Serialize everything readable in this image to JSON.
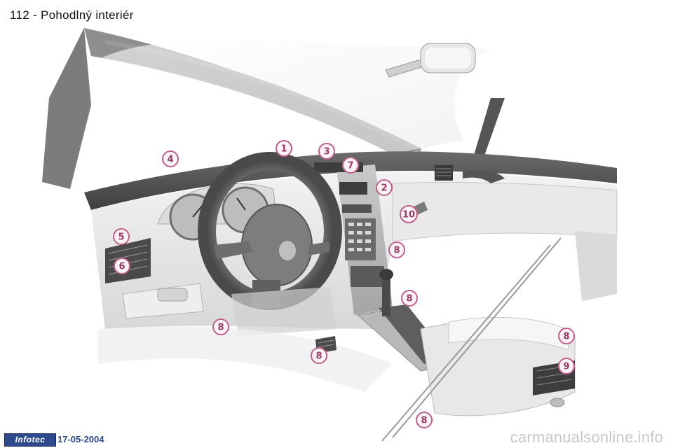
{
  "page": {
    "title": "112 - Pohodlný interiér"
  },
  "callouts": [
    {
      "label": "1"
    },
    {
      "label": "2"
    },
    {
      "label": "3"
    },
    {
      "label": "4"
    },
    {
      "label": "5"
    },
    {
      "label": "6"
    },
    {
      "label": "7"
    },
    {
      "label": "8"
    },
    {
      "label": "8"
    },
    {
      "label": "8"
    },
    {
      "label": "8"
    },
    {
      "label": "8"
    },
    {
      "label": "8"
    },
    {
      "label": "9"
    },
    {
      "label": "10"
    }
  ],
  "footer": {
    "logo_text": "Infotec",
    "date": "17-05-2004"
  },
  "watermark": "carmanualsonline.info",
  "colors": {
    "callout_stroke": "#c0608a",
    "callout_fill": "#fdf2f6",
    "footer_blue": "#2d4a8c"
  }
}
